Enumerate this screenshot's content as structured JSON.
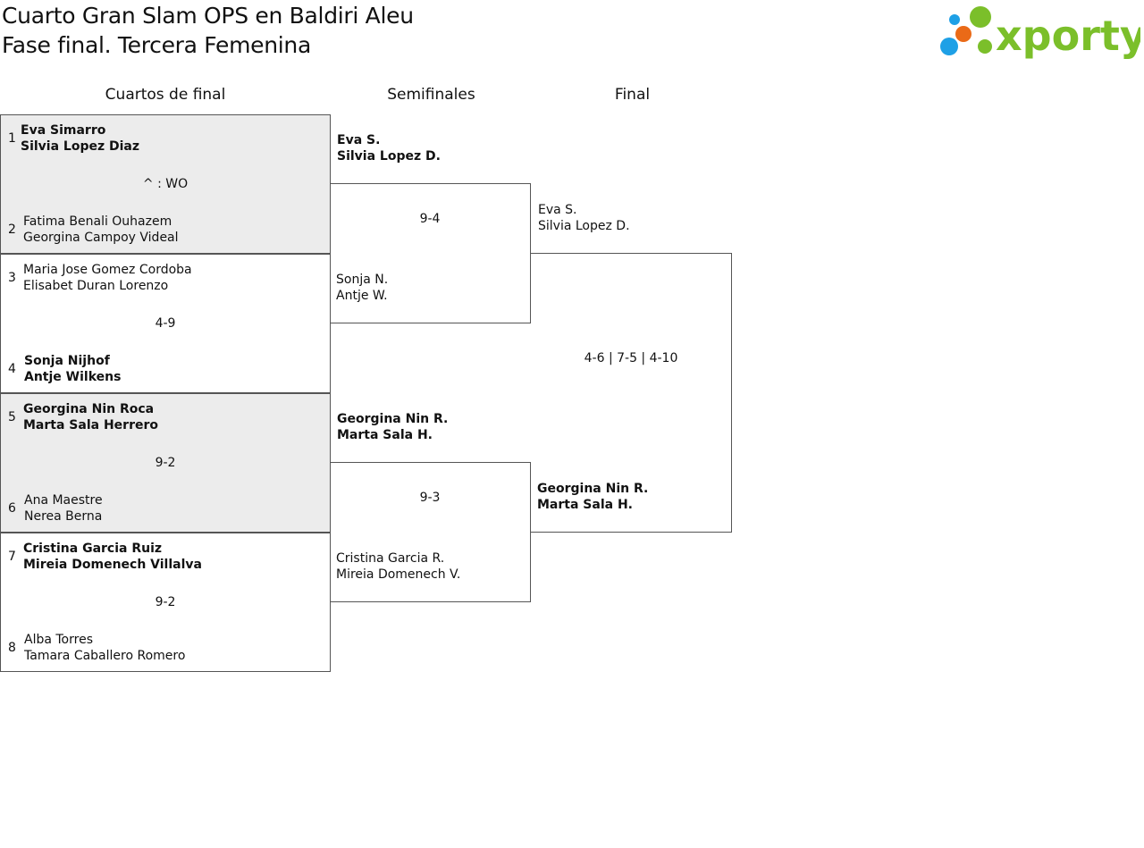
{
  "header": {
    "title_line1": "Cuarto Gran Slam OPS en Baldiri Aleu",
    "title_line2": "Fase final. Tercera Femenina",
    "logo_text": "xporty",
    "logo_colors": {
      "green": "#7bbf2a",
      "blue": "#1ea0e6",
      "orange": "#ea6a17"
    }
  },
  "rounds": [
    "Cuartos de final",
    "Semifinales",
    "Final"
  ],
  "quarterfinals": [
    {
      "seed_a": "1",
      "a1": "Eva Simarro",
      "a2": "Silvia Lopez Diaz",
      "score": "^ : WO",
      "seed_b": "2",
      "b1": "Fatima Benali Ouhazem",
      "b2": "Georgina Campoy Videal"
    },
    {
      "seed_a": "3",
      "a1": "Maria Jose Gomez Cordoba",
      "a2": "Elisabet Duran Lorenzo",
      "score": "4-9",
      "seed_b": "4",
      "b1": "Sonja Nijhof",
      "b2": "Antje Wilkens"
    },
    {
      "seed_a": "5",
      "a1": "Georgina Nin Roca",
      "a2": "Marta Sala Herrero",
      "score": "9-2",
      "seed_b": "6",
      "b1": "Ana Maestre",
      "b2": "Nerea Berna"
    },
    {
      "seed_a": "7",
      "a1": "Cristina Garcia Ruiz",
      "a2": "Mireia Domenech Villalva",
      "score": "9-2",
      "seed_b": "8",
      "b1": "Alba Torres",
      "b2": "Tamara Caballero Romero"
    }
  ],
  "semifinals": [
    {
      "a1": "Eva S.",
      "a2": "Silvia Lopez D.",
      "score": "9-4",
      "b1": "Sonja N.",
      "b2": "Antje W."
    },
    {
      "a1": "Georgina Nin R.",
      "a2": "Marta Sala H.",
      "score": "9-3",
      "b1": "Cristina Garcia R.",
      "b2": "Mireia Domenech V."
    }
  ],
  "final": {
    "a1": "Eva S.",
    "a2": "Silvia Lopez D.",
    "score": "4-6 | 7-5 | 4-10",
    "b1": "Georgina Nin R.",
    "b2": "Marta Sala H."
  }
}
